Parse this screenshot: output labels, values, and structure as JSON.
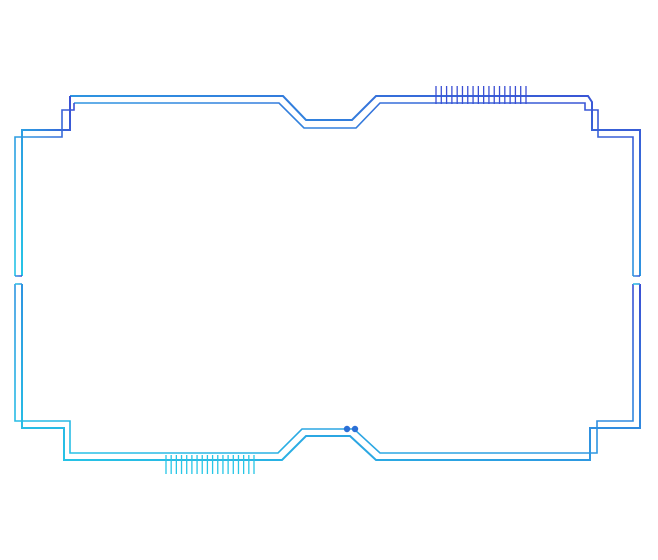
{
  "colors": {
    "background": "#ffffff",
    "gradient_start": "#26c6e6",
    "gradient_mid": "#2f8fe0",
    "gradient_end": "#3b4fd4",
    "dot": "#2b6fd6"
  },
  "decor": {
    "shape": "tech-circuit-frame",
    "top_tick_count": 18,
    "bottom_tick_count": 18,
    "node_dots": 2
  }
}
